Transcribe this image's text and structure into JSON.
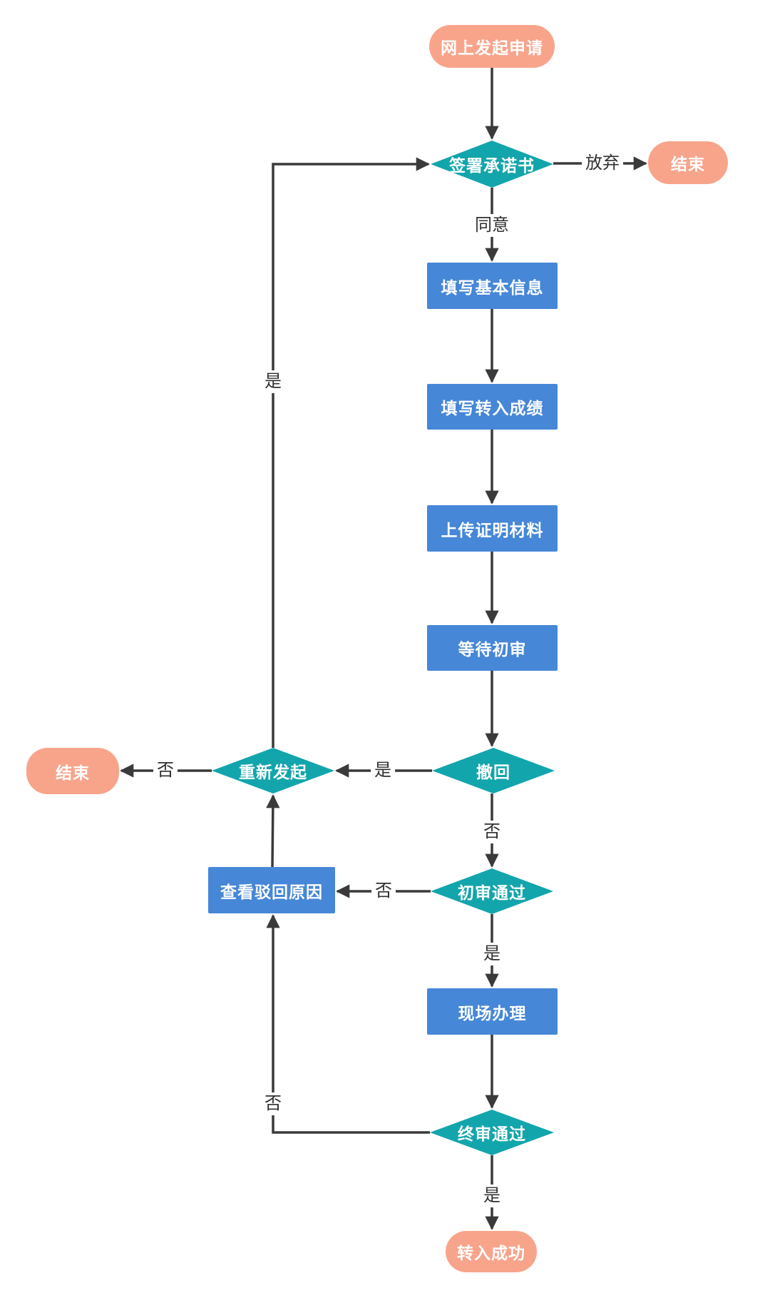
{
  "diagram": {
    "type": "flowchart",
    "background": "#FFFFFF",
    "colors": {
      "terminator_fill": "#F8A48B",
      "process_fill": "#4687D7",
      "decision_fill": "#13A5AC",
      "connector": "#3A3A3A",
      "node_text": "#FFFFFF",
      "edge_label_text": "#303030"
    },
    "nodes": {
      "start": {
        "label": "网上发起申请",
        "shape": "terminator"
      },
      "sign_commitment": {
        "label": "签署承诺书",
        "shape": "decision"
      },
      "end_top": {
        "label": "结束",
        "shape": "terminator"
      },
      "fill_basic_info": {
        "label": "填写基本信息",
        "shape": "process"
      },
      "fill_transfer_scores": {
        "label": "填写转入成绩",
        "shape": "process"
      },
      "upload_materials": {
        "label": "上传证明材料",
        "shape": "process"
      },
      "wait_initial_review": {
        "label": "等待初审",
        "shape": "process"
      },
      "withdraw": {
        "label": "撤回",
        "shape": "decision"
      },
      "reinitiate": {
        "label": "重新发起",
        "shape": "decision"
      },
      "end_left": {
        "label": "结束",
        "shape": "terminator"
      },
      "view_rejection_reason": {
        "label": "查看驳回原因",
        "shape": "process"
      },
      "initial_review_passed": {
        "label": "初审通过",
        "shape": "decision"
      },
      "onsite_processing": {
        "label": "现场办理",
        "shape": "process"
      },
      "final_review_passed": {
        "label": "终审通过",
        "shape": "decision"
      },
      "transfer_success": {
        "label": "转入成功",
        "shape": "terminator"
      }
    },
    "edge_labels": {
      "abandon": "放弃",
      "agree": "同意",
      "withdraw_yes": "是",
      "reinitiate_no": "否",
      "reinitiate_yes": "是",
      "withdraw_no": "否",
      "initial_no": "否",
      "initial_yes": "是",
      "final_no": "否",
      "final_yes": "是"
    },
    "edges": [
      {
        "from": "start",
        "to": "sign_commitment",
        "label": ""
      },
      {
        "from": "sign_commitment",
        "to": "end_top",
        "label": "放弃"
      },
      {
        "from": "sign_commitment",
        "to": "fill_basic_info",
        "label": "同意"
      },
      {
        "from": "fill_basic_info",
        "to": "fill_transfer_scores",
        "label": ""
      },
      {
        "from": "fill_transfer_scores",
        "to": "upload_materials",
        "label": ""
      },
      {
        "from": "upload_materials",
        "to": "wait_initial_review",
        "label": ""
      },
      {
        "from": "wait_initial_review",
        "to": "withdraw",
        "label": ""
      },
      {
        "from": "withdraw",
        "to": "reinitiate",
        "label": "是"
      },
      {
        "from": "withdraw",
        "to": "initial_review_passed",
        "label": "否"
      },
      {
        "from": "reinitiate",
        "to": "end_left",
        "label": "否"
      },
      {
        "from": "reinitiate",
        "to": "sign_commitment",
        "label": "是"
      },
      {
        "from": "initial_review_passed",
        "to": "view_rejection_reason",
        "label": "否"
      },
      {
        "from": "initial_review_passed",
        "to": "onsite_processing",
        "label": "是"
      },
      {
        "from": "view_rejection_reason",
        "to": "reinitiate",
        "label": ""
      },
      {
        "from": "onsite_processing",
        "to": "final_review_passed",
        "label": ""
      },
      {
        "from": "final_review_passed",
        "to": "view_rejection_reason",
        "label": "否"
      },
      {
        "from": "final_review_passed",
        "to": "transfer_success",
        "label": "是"
      }
    ]
  }
}
